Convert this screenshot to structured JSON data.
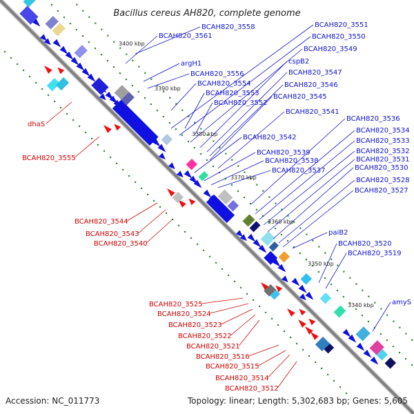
{
  "title": "Bacillus cereus AH820, complete genome",
  "accession": "Accession: NC_011773",
  "summary": "Topology: linear; Length: 5,302,683 bp; Genes: 5,605",
  "colors": {
    "backbone": "#808080",
    "forward": "#1010e0",
    "reverse": "#ee1111",
    "ticks": "#2a8a2a",
    "label_forward": "#1010d0",
    "label_reverse": "#d00000"
  },
  "ticks": [
    "3400 kbp",
    "3390 kbp",
    "3380 kbp",
    "3370 kbp",
    "3360 kbp",
    "3350 kbp",
    "3340 kbp"
  ],
  "forward_labels": [
    "BCAH820_3558",
    "BCAH820_3561",
    "argH1",
    "BCAH820_3556",
    "BCAH820_3554",
    "BCAH820_3553",
    "BCAH820_3552",
    "BCAH820_3551",
    "BCAH820_3550",
    "BCAH820_3549",
    "cspB2",
    "BCAH820_3547",
    "BCAH820_3546",
    "BCAH820_3545",
    "BCAH820_3541",
    "BCAH820_3542",
    "BCAH820_3539",
    "BCAH820_3538",
    "BCAH820_3537",
    "BCAH820_3536",
    "BCAH820_3534",
    "BCAH820_3533",
    "BCAH820_3532",
    "BCAH820_3531",
    "BCAH820_3530",
    "BCAH820_3528",
    "BCAH820_3527",
    "paiB2",
    "BCAH820_3520",
    "BCAH820_3519",
    "amyS"
  ],
  "reverse_labels": [
    "dhaS",
    "BCAH820_3555",
    "BCAH820_3544",
    "BCAH820_3543",
    "BCAH820_3540",
    "BCAH820_3525",
    "BCAH820_3524",
    "BCAH820_3523",
    "BCAH820_3522",
    "BCAH820_3521",
    "BCAH820_3516",
    "BCAH820_3515",
    "BCAH820_3514",
    "BCAH820_3512"
  ]
}
